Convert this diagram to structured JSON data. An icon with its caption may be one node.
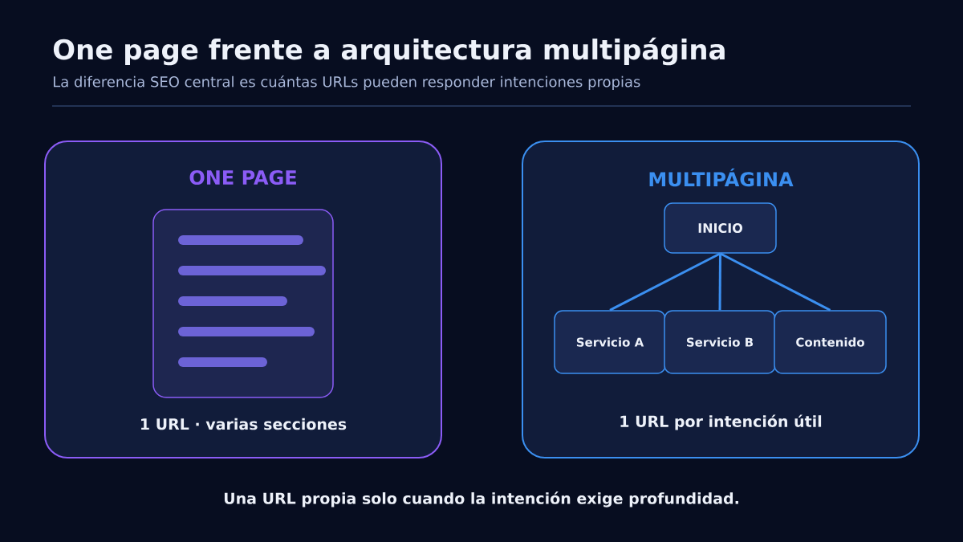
{
  "diagram": {
    "title": "One page frente a arquitectura multipágina",
    "caption": "Una URL propia solo cuando la intención exige profundidad.",
    "nodes": [
      {
        "text": [
          "ONE PAGE",
          "1 URL · varias secciones"
        ]
      },
      {
        "text": [
          "MULTIPÁGINA",
          "1 URL por intención útil"
        ]
      },
      {
        "text": [
          "INICIO"
        ],
        "in": 1
      },
      {
        "text": [
          "Servicio A"
        ],
        "in": 1
      },
      {
        "text": [
          "Servicio B"
        ],
        "in": 1
      },
      {
        "text": [
          "Contenido"
        ],
        "in": 1
      }
    ],
    "edges": [
      {
        "from": 2,
        "to": 3,
        "arrow": "none"
      },
      {
        "from": 2,
        "to": 4,
        "arrow": "none"
      },
      {
        "from": 2,
        "to": 5,
        "arrow": "none"
      }
    ],
    "labels": [
      "La diferencia SEO central es cuántas URLs pueden responder intenciones propias"
    ]
  }
}
